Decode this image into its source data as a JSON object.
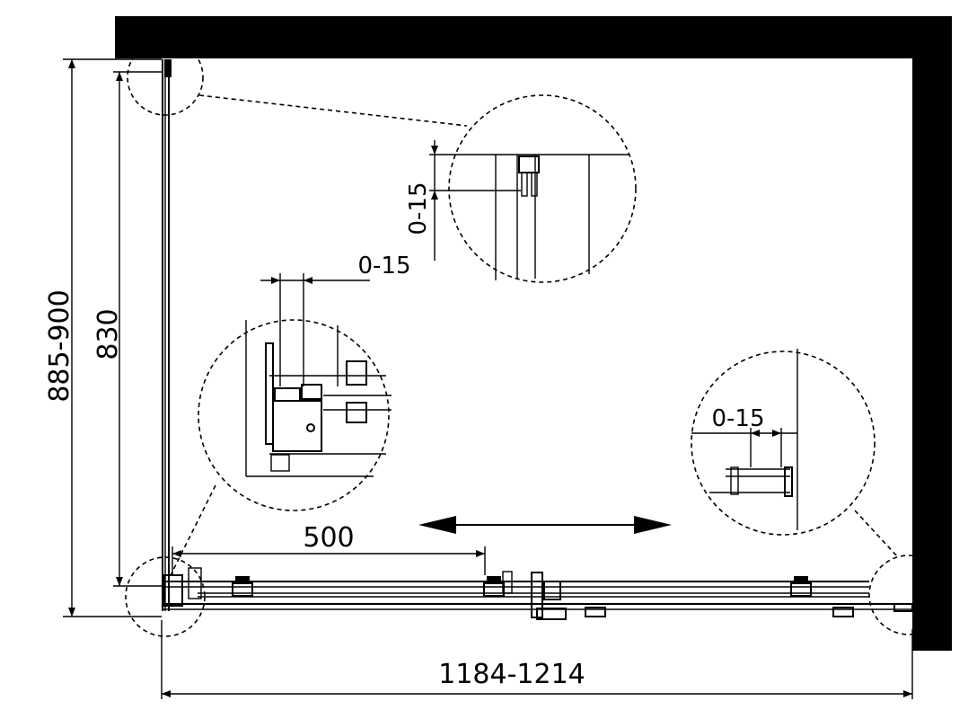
{
  "dimensions": {
    "overall_width": "1184-1214",
    "overall_height": "885-900",
    "panel_height": "830",
    "door_opening": "500",
    "gap_top": "0-15",
    "gap_left": "0-15",
    "gap_right": "0-15"
  },
  "colors": {
    "wall": "#000000",
    "line": "#000000",
    "background": "#ffffff"
  },
  "icons": {
    "slide_direction": "double-arrow-icon"
  }
}
